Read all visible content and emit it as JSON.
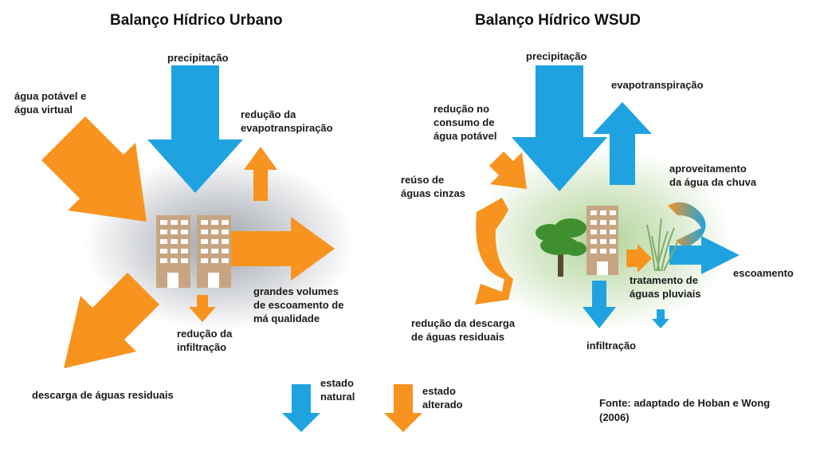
{
  "colors": {
    "water_blue": "#1fa3e0",
    "altered_orange": "#f7931e",
    "building": "#c8a582",
    "building_window": "#ffffff",
    "tree_green": "#3f8f2e",
    "urban_shadow": "#9aa0a8",
    "wsud_glow": "#a9cf8e"
  },
  "urban": {
    "title": "Balanço Hídrico Urbano",
    "labels": {
      "precipitation": "precipitação",
      "potable_water": "água potável e\nágua virtual",
      "reduced_evapotranspiration": "redução da\nevapotranspiração",
      "runoff": "grandes volumes\nde escoamento de\nmá qualidade",
      "reduced_infiltration": "redução da\ninfiltração",
      "wastewater_discharge": "descarga de águas residuais"
    }
  },
  "wsud": {
    "title": "Balanço Hídrico WSUD",
    "labels": {
      "precipitation": "precipitação",
      "evapotranspiration": "evapotranspiração",
      "reduced_consumption": "redução no\nconsumo de\nágua potável",
      "greywater_reuse": "reúso de\náguas cinzas",
      "rainwater_harvesting": "aproveitamento\nda água da chuva",
      "runoff": "escoamento",
      "stormwater_treatment": "tratamento de\náguas pluviais",
      "reduced_wastewater": "redução da descarga\nde águas residuais",
      "infiltration": "infiltração"
    }
  },
  "legend": {
    "natural": "estado\nnatural",
    "altered": "estado\nalterado"
  },
  "source": "Fonte: adaptado de Hoban e Wong\n(2006)"
}
